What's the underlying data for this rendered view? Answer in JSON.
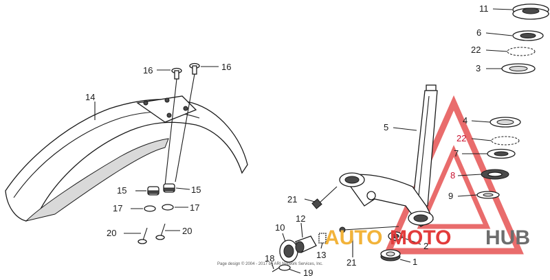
{
  "labels": {
    "p1": "1",
    "p2": "2",
    "p3": "3",
    "p4": "4",
    "p5": "5",
    "p6": "6",
    "p7": "7",
    "p8": "8",
    "p9": "9",
    "p10": "10",
    "p11": "11",
    "p12": "12",
    "p13": "13",
    "p14": "14",
    "p15a": "15",
    "p15b": "15",
    "p16a": "16",
    "p16b": "16",
    "p17a": "17",
    "p17b": "17",
    "p18": "18",
    "p19": "19",
    "p20a": "20",
    "p20b": "20",
    "p21a": "21",
    "p21b": "21",
    "p22a": "22",
    "p22b": "22"
  },
  "watermark": {
    "part1": "AUTO",
    "part2": "MOTO",
    "part3": "HUB",
    "colors": {
      "auto": "#f2b33a",
      "moto": "#e23b3b",
      "hub": "#6d6d6d",
      "triangle": "#e23b3b"
    }
  },
  "copyright": "Page design © 2004 - 2017 by ARI Network Services, Inc.",
  "colors": {
    "line": "#1a1a1a",
    "callout_red": "#c8102e"
  }
}
